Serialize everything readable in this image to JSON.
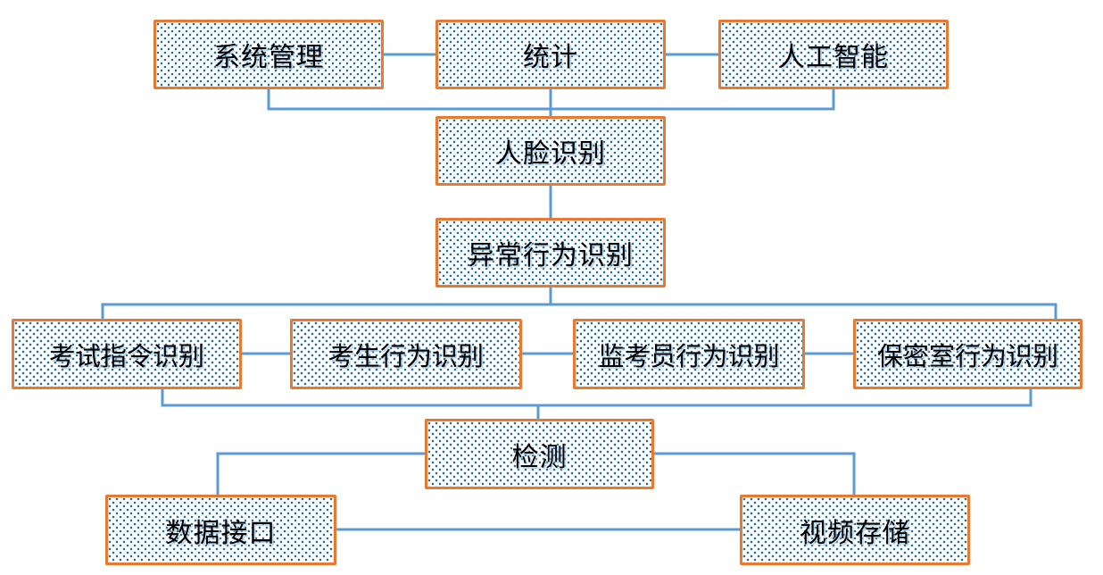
{
  "diagram": {
    "title": "AI exam-monitoring system architecture flowchart",
    "nodes": {
      "system_management": {
        "label": "系统管理"
      },
      "statistics": {
        "label": "统计"
      },
      "artificial_intelligence": {
        "label": "人工智能"
      },
      "face_recognition": {
        "label": "人脸识别"
      },
      "abnormal_behavior_recognition": {
        "label": "异常行为识别"
      },
      "exam_instruction_recognition": {
        "label": "考试指令识别"
      },
      "examinee_behavior_recognition": {
        "label": "考生行为识别"
      },
      "invigilator_behavior_recognition": {
        "label": "监考员行为识别"
      },
      "secret_room_behavior_recognition": {
        "label": "保密室行为识别"
      },
      "detection": {
        "label": "检测"
      },
      "data_interface": {
        "label": "数据接口"
      },
      "video_storage": {
        "label": "视频存储"
      }
    },
    "colors": {
      "box_border": "#E8792E",
      "box_dot_pattern": "#256F9C",
      "connector": "#5B9BD5",
      "text": "#000000",
      "background": "#FFFFFF"
    }
  }
}
